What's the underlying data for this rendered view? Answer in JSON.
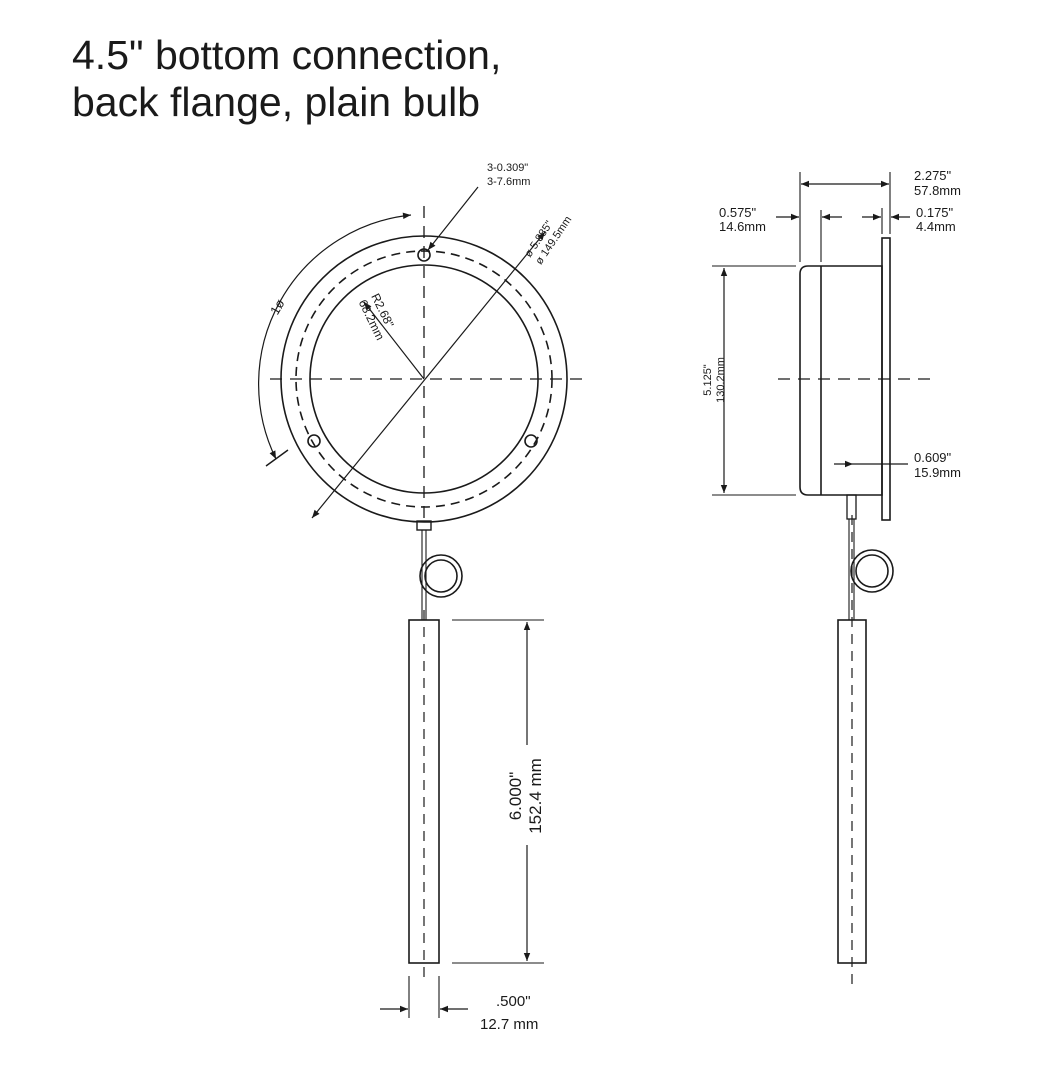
{
  "title_line1": "4.5\" bottom connection,",
  "title_line2": "back flange, plain bulb",
  "front_view": {
    "holes": {
      "line1": "3-0.309\"",
      "line2": "3-7.6mm"
    },
    "diameter": {
      "line1": "ø 5.885\"",
      "line2": "ø 149.5mm"
    },
    "radius": {
      "line1": "R2.68\"",
      "line2": "68.2mm"
    },
    "angle": "1ø",
    "bulb_length": {
      "line1": "6.000\"",
      "line2": "152.4 mm"
    },
    "bulb_width": {
      "line1": ".500\"",
      "line2": "12.7 mm"
    }
  },
  "side_view": {
    "depth": {
      "line1": "2.275\"",
      "line2": "57.8mm"
    },
    "bezel": {
      "line1": "0.575\"",
      "line2": "14.6mm"
    },
    "flange": {
      "line1": "0.175\"",
      "line2": "4.4mm"
    },
    "height": {
      "line1": "5.125\"",
      "line2": "130.2mm"
    },
    "connection": {
      "line1": "0.609\"",
      "line2": "15.9mm"
    }
  }
}
